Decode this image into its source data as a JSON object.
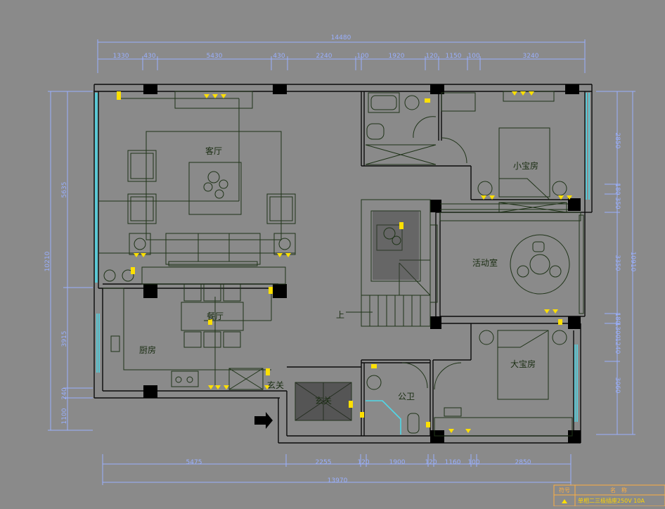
{
  "plan": {
    "dims_top": {
      "total": "14480",
      "segments": [
        "1330",
        "430",
        "5430",
        "430",
        "2240",
        "100",
        "1920",
        "120",
        "1150",
        "100",
        "3240"
      ]
    },
    "dims_bottom": {
      "total": "13970",
      "segments": [
        "5475",
        "2255",
        "120",
        "1900",
        "120",
        "1160",
        "100",
        "2850"
      ]
    },
    "dims_left": {
      "total": "10210",
      "segments": [
        "5635",
        "3915",
        "240",
        "1100"
      ]
    },
    "dims_right": {
      "total": "10910",
      "segments": [
        "2850",
        "180",
        "350",
        "3350",
        "180",
        "1300",
        "1240",
        "3060"
      ]
    },
    "rooms": {
      "living": "客厅",
      "dining": "餐厅",
      "kitchen": "厨房",
      "activity": "活动室",
      "small_bedroom": "小宝房",
      "big_bedroom": "大宝房",
      "public_bath": "公卫",
      "entry": "玄关",
      "porch": "玄关"
    },
    "stair_up": "上"
  },
  "legend": {
    "header_symbol": "符号",
    "header_name": "名　称",
    "row_text": "单相二三极插座250V 10A"
  },
  "colors": {
    "background": "#8a8a8a",
    "wall": "#0a0a0a",
    "furniture": "#1f3318",
    "outlet": "#ffe000",
    "window": "#4fd8e8",
    "dimension": "#9ab0ff",
    "wiring": "#2a4020"
  }
}
